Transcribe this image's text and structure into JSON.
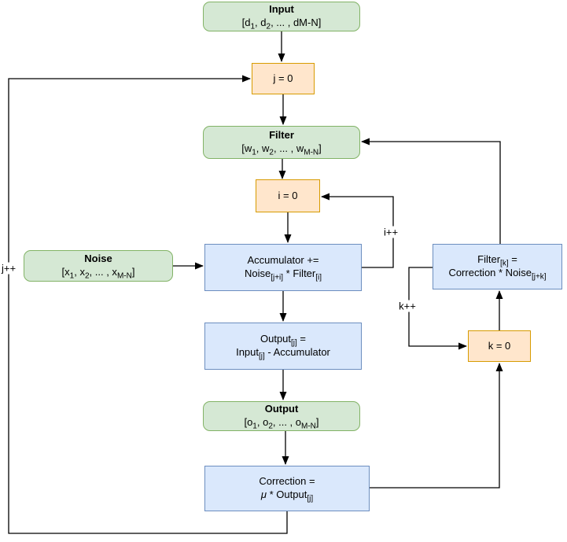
{
  "diagram": {
    "nodes": {
      "input": {
        "title": "Input",
        "parts": [
          "[d",
          "1",
          ", d",
          "2",
          ", ... , dM-N]"
        ]
      },
      "j0": {
        "label": "j = 0"
      },
      "filter": {
        "title": "Filter",
        "parts": [
          "[w",
          "1",
          ", w",
          "2",
          ", ... , w",
          "M-N",
          "]"
        ]
      },
      "i0": {
        "label": "i = 0"
      },
      "noise": {
        "title": "Noise",
        "parts": [
          "[x",
          "1",
          ", x",
          "2",
          ", ... , x",
          "M-N",
          "]"
        ]
      },
      "accumulator": {
        "line1": "Accumulator +=",
        "l2": [
          "Noise",
          "[j+i]",
          " * Filter",
          "[i]"
        ]
      },
      "output_j": {
        "l1": [
          "Output",
          "[j]",
          " ="
        ],
        "l2": [
          "Input",
          "[j]",
          " - Accumulator"
        ]
      },
      "output": {
        "title": "Output",
        "parts": [
          "[o",
          "1",
          ", o",
          "2",
          ", ... , o",
          "M-N",
          "]"
        ]
      },
      "correction": {
        "line1": "Correction =",
        "mu": "μ",
        "rest": " * Output",
        "sub": "[j]"
      },
      "filter_k": {
        "l1": [
          "Filter",
          "[k]",
          " ="
        ],
        "l2": [
          "Correction * Noise",
          "[j+k]"
        ]
      },
      "k0": {
        "label": "k = 0"
      }
    },
    "edge_labels": {
      "j_increment": "j++",
      "i_increment": "i++",
      "k_increment": "k++"
    },
    "colors": {
      "green_fill": "#d5e8d4",
      "green_stroke": "#82b366",
      "orange_fill": "#ffe6cc",
      "orange_stroke": "#d79b00",
      "blue_fill": "#dae8fc",
      "blue_stroke": "#6c8ebf",
      "connector": "#000000",
      "background": "#ffffff"
    }
  }
}
